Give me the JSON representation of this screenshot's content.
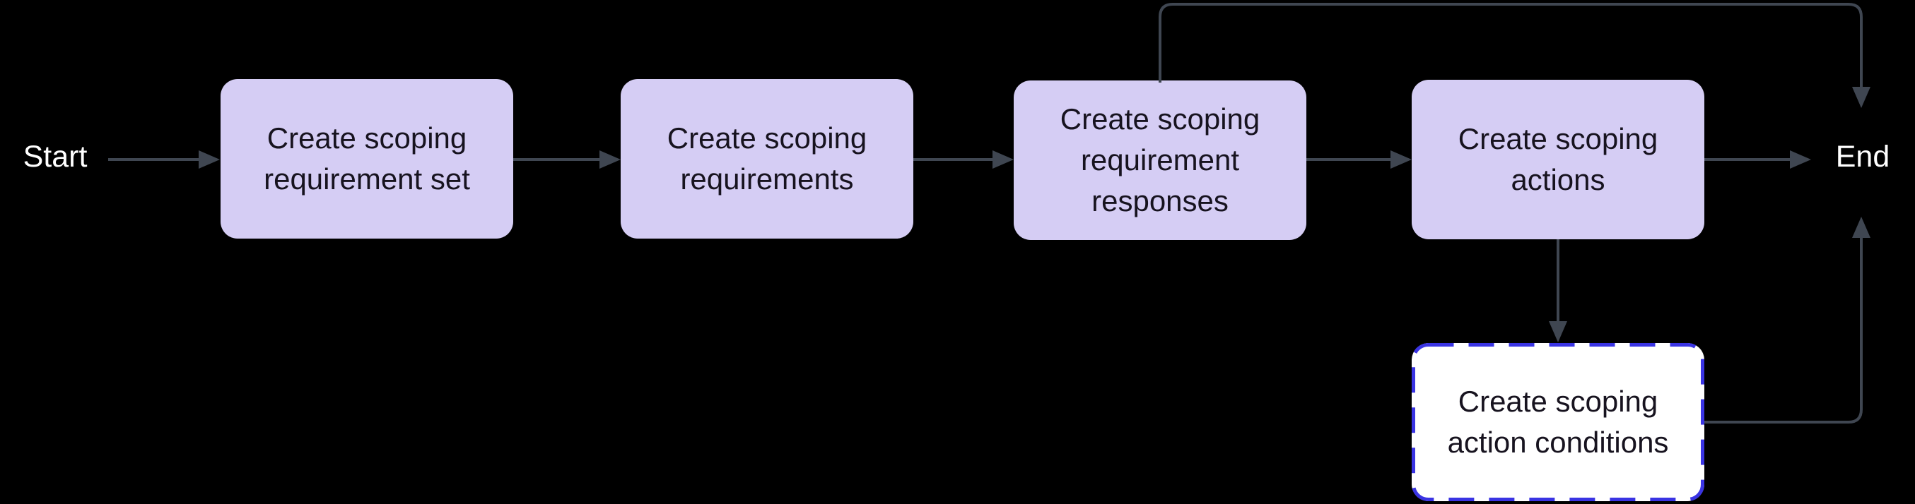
{
  "diagram": {
    "type": "flowchart",
    "start_label": "Start",
    "end_label": "End",
    "nodes": [
      {
        "id": "create-scoping-requirement-set",
        "label": "Create scoping requirement set",
        "style": "solid"
      },
      {
        "id": "create-scoping-requirements",
        "label": "Create scoping requirements",
        "style": "solid"
      },
      {
        "id": "create-scoping-requirement-responses",
        "label": "Create scoping requirement responses",
        "style": "solid"
      },
      {
        "id": "create-scoping-actions",
        "label": "Create scoping actions",
        "style": "solid"
      },
      {
        "id": "create-scoping-action-conditions",
        "label": "Create scoping action conditions",
        "style": "dashed-highlight"
      }
    ],
    "edges": [
      {
        "from": "start",
        "to": "create-scoping-requirement-set"
      },
      {
        "from": "create-scoping-requirement-set",
        "to": "create-scoping-requirements"
      },
      {
        "from": "create-scoping-requirements",
        "to": "create-scoping-requirement-responses"
      },
      {
        "from": "create-scoping-requirement-responses",
        "to": "create-scoping-actions"
      },
      {
        "from": "create-scoping-requirement-responses",
        "to": "end",
        "route": "over-the-top"
      },
      {
        "from": "create-scoping-actions",
        "to": "end",
        "route": "direct"
      },
      {
        "from": "create-scoping-actions",
        "to": "create-scoping-action-conditions",
        "route": "down"
      },
      {
        "from": "create-scoping-action-conditions",
        "to": "end",
        "route": "right-then-up"
      }
    ],
    "colors": {
      "bg": "#000000",
      "node_fill": "#d5cdf4",
      "node_text": "#17131f",
      "connector": "#3f4651",
      "highlight_border": "#3a34e3",
      "highlight_fill": "#ffffff",
      "label_text": "#ffffff"
    }
  }
}
